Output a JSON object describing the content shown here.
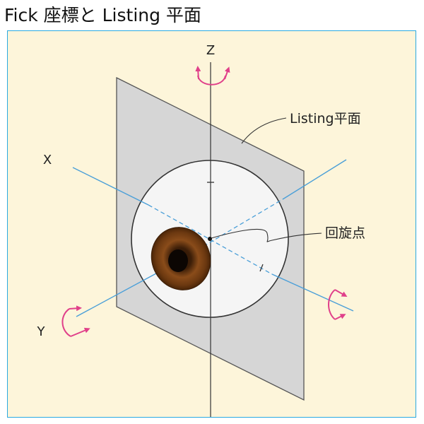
{
  "title": "Fick 座標と Listing 平面",
  "labels": {
    "z_axis": "Z",
    "x_axis": "X",
    "y_axis": "Y",
    "listing_plane": "Listing平面",
    "rotation_center": "回旋点"
  },
  "colors": {
    "panel_border": "#29a9e1",
    "panel_background": "#fdf5da",
    "plane_fill": "#d6d6d6",
    "axis_blue": "#4a9fd8",
    "rotation_arrow": "#e0408a",
    "iris": "#7a4216"
  },
  "icons": [
    "rotation-arrow-icon",
    "eyeball-icon"
  ]
}
